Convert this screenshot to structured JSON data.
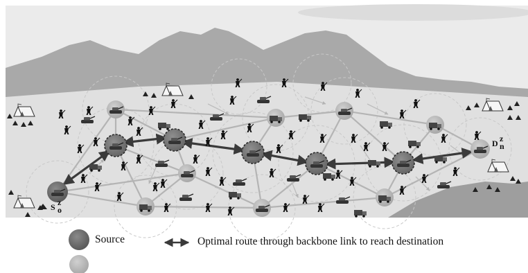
{
  "figure": {
    "source_label": "S",
    "source_superscript": "z",
    "source_subscript": "o",
    "destination_label": "D",
    "destination_superscript": "z",
    "destination_subscript": "n"
  },
  "legend": {
    "source": "Source",
    "route": "Optimal route through backbone link to reach destination"
  },
  "colors": {
    "sky": "#ebebeb",
    "mountain": "#a9a9a9",
    "ground": "#e0e0e0",
    "water": "#9e9e9e",
    "link": "#b4b4b4",
    "backbone": "#3a3a3a",
    "source_node": "#707070",
    "node": "#bcbcbc"
  },
  "icons": [
    "tent-icon",
    "soldier-icon",
    "tank-icon",
    "truck-icon",
    "backbone-node-icon"
  ]
}
